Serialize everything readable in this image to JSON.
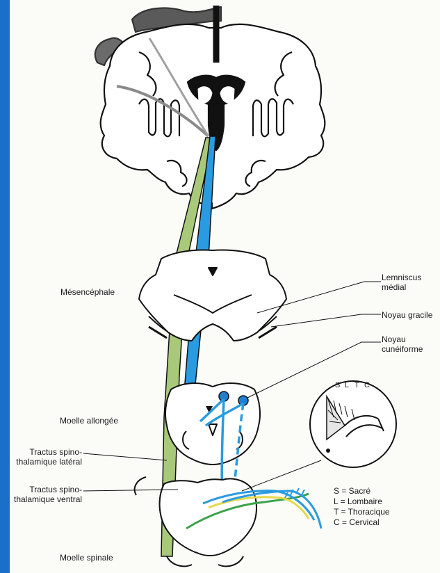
{
  "labels": {
    "mesencephale": "Mésencéphale",
    "lemniscus_1": "Lemniscus",
    "lemniscus_2": "médial",
    "noyau_gracile": "Noyau gracile",
    "noyau_cuneiforme_1": "Noyau",
    "noyau_cuneiforme_2": "cunéiforme",
    "moelle_allongee": "Moelle allongée",
    "tractus_lateral_1": "Tractus spino-",
    "tractus_lateral_2": "thalamique latéral",
    "tractus_ventral_1": "Tractus spino-",
    "tractus_ventral_2": "thalamique ventral",
    "moelle_spinale": "Moelle spinale"
  },
  "inset": {
    "letters": [
      "S",
      "L",
      "T",
      "C"
    ]
  },
  "legend": [
    "S = Sacré",
    "L = Lombaire",
    "T = Thoracique",
    "C = Cervical"
  ],
  "colors": {
    "frame": "#1b6fc8",
    "medial_lemniscus": "#2a9be0",
    "spinothalamic": "#a9c97a",
    "yellow_fiber": "#e7d84a",
    "green_fiber": "#3aa24a",
    "cortex_shading": "#5a5a5a"
  }
}
